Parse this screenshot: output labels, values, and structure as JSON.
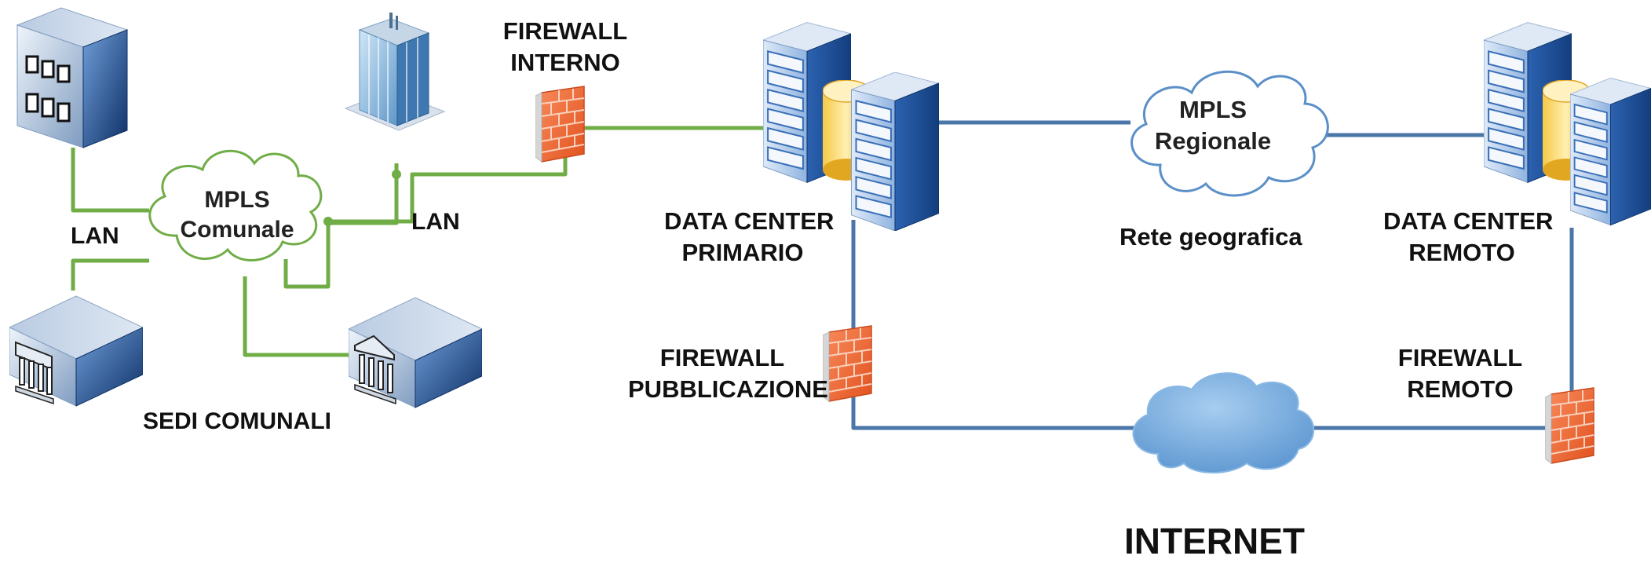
{
  "labels": {
    "lan_left": "LAN",
    "lan_right": "LAN",
    "mpls_comunale": [
      "MPLS",
      "Comunale"
    ],
    "sedi_comunali": "SEDI COMUNALI",
    "firewall_interno": [
      "FIREWALL",
      "INTERNO"
    ],
    "dc_primario": [
      "DATA CENTER",
      "PRIMARIO"
    ],
    "firewall_pubblicazione": [
      "FIREWALL",
      "PUBBLICAZIONE"
    ],
    "mpls_regionale": [
      "MPLS",
      "Regionale"
    ],
    "rete_geografica": "Rete geografica",
    "dc_remoto": [
      "DATA CENTER",
      "REMOTO"
    ],
    "firewall_remoto": [
      "FIREWALL",
      "REMOTO"
    ],
    "internet": "INTERNET"
  },
  "colors": {
    "lan_link": "#70ad47",
    "wan_link": "#4a76a8",
    "cloud_mpls_comunale_stroke": "#70ad47",
    "cloud_mpls_regionale_stroke": "#5b8fc7",
    "cloud_internet_fill": "#6fa6da",
    "firewall_brick": "#f06a35",
    "server_blue": "#1f4f8f"
  },
  "icons": {
    "office_building": "building-icon",
    "skyscraper": "skyscraper-icon",
    "town_hall": "town-hall-icon",
    "firewall": "firewall-icon",
    "server_rack": "server-icon",
    "database": "database-icon",
    "cloud": "cloud-icon"
  }
}
